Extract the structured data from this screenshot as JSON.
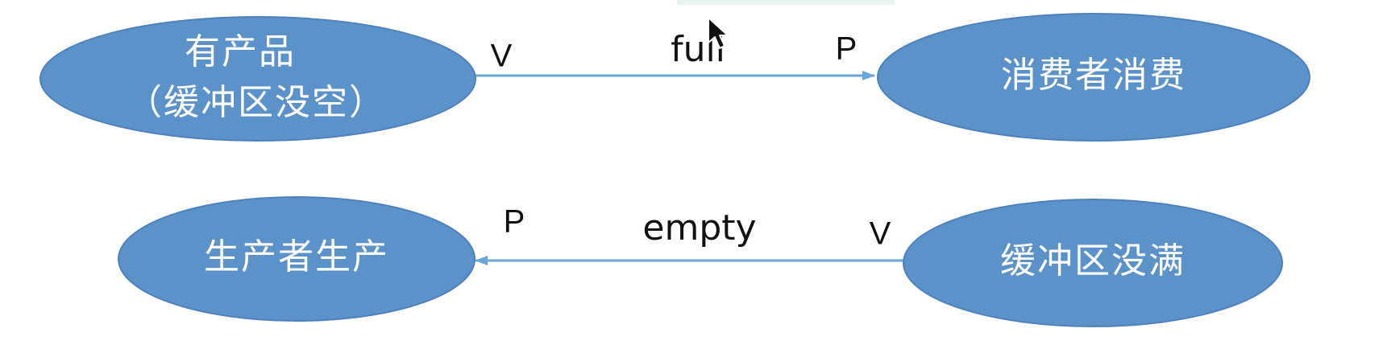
{
  "nodes": {
    "has_product": {
      "line1": "有产品",
      "line2": "（缓冲区没空）"
    },
    "consumer_consume": {
      "label": "消费者消费"
    },
    "producer_produce": {
      "label": "生产者生产"
    },
    "buffer_not_full": {
      "label": "缓冲区没满"
    }
  },
  "edges": {
    "top": {
      "label": "full",
      "start_marker": "V",
      "end_marker": "P"
    },
    "bottom": {
      "label": "empty",
      "start_marker": "V",
      "end_marker": "P"
    }
  },
  "colors": {
    "node_fill": "#5b92c9",
    "node_stroke": "#4f81bd",
    "edge": "#6aa4d8"
  },
  "icons": {
    "cursor": "mouse-cursor-icon"
  }
}
